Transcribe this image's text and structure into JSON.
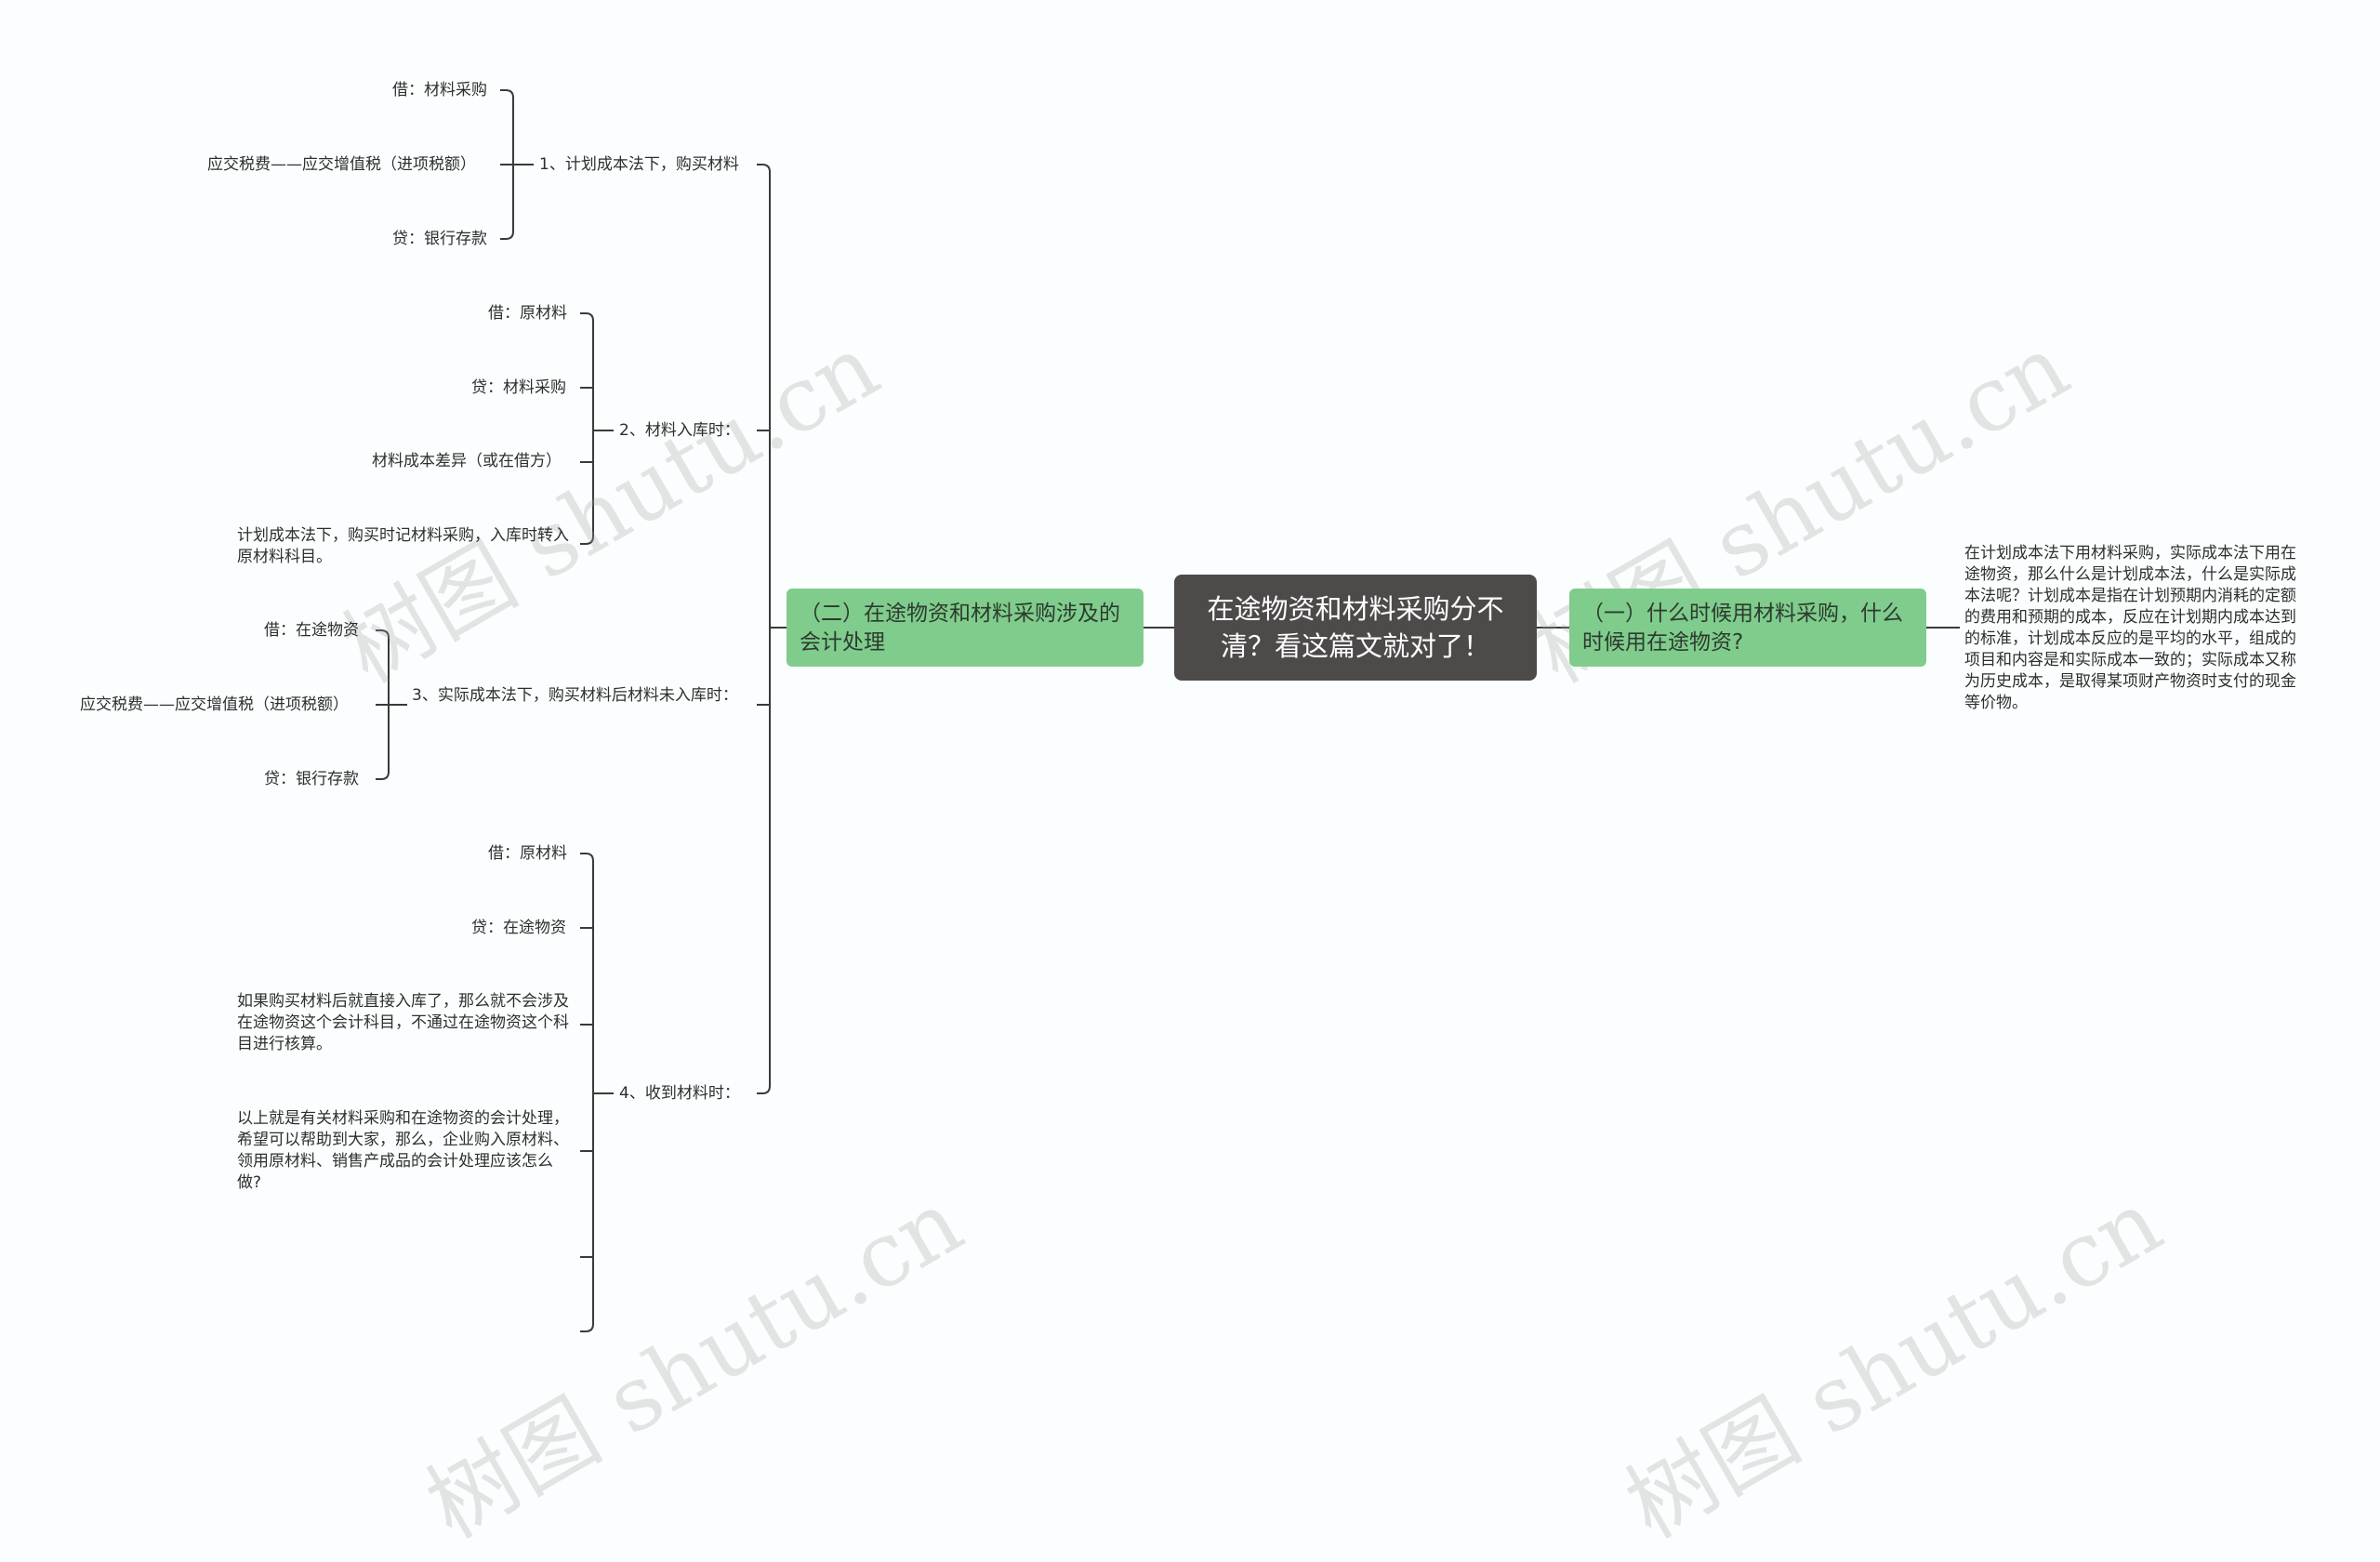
{
  "root": {
    "title": "在途物资和材料采购分不清？看这篇文就对了！"
  },
  "left_branch": {
    "label": "（二）在途物资和材料采购涉及的会计处理"
  },
  "right_branch": {
    "label": "（一）什么时候用材料采购，什么时候用在途物资?"
  },
  "right_detail": "在计划成本法下用材料采购，实际成本法下用在途物资，那么什么是计划成本法，什么是实际成本法呢？计划成本是指在计划预期内消耗的定额的费用和预期的成本，反应在计划期内成本达到的标准，计划成本反应的是平均的水平，组成的项目和内容是和实际成本一致的；实际成本又称为历史成本，是取得某项财产物资时支付的现金等价物。",
  "sub1": {
    "label": "1、计划成本法下，购买材料",
    "children": [
      "借：材料采购",
      "应交税费——应交增值税（进项税额）",
      "贷：银行存款"
    ]
  },
  "sub2": {
    "label": "2、材料入库时：",
    "children": [
      "借：原材料",
      "贷：材料采购",
      "材料成本差异（或在借方）",
      "计划成本法下，购买时记材料采购，入库时转入原材料科目。"
    ]
  },
  "sub3": {
    "label": "3、实际成本法下，购买材料后材料未入库时：",
    "children": [
      "借：在途物资",
      "应交税费——应交增值税（进项税额）",
      "贷：银行存款"
    ]
  },
  "sub4": {
    "label": "4、收到材料时：",
    "children": [
      "借：原材料",
      "贷：在途物资",
      "如果购买材料后就直接入库了，那么就不会涉及在途物资这个会计科目，不通过在途物资这个科目进行核算。",
      "以上就是有关材料采购和在途物资的会计处理，希望可以帮助到大家，那么，企业购入原材料、领用原材料、销售产成品的会计处理应该怎么做?",
      "",
      ""
    ]
  },
  "watermark": "树图 shutu.cn",
  "colors": {
    "root_bg": "#4e4a4a",
    "branch_bg": "#7fcc8c",
    "line": "#3a3a3a",
    "background": "#fbfefe"
  }
}
